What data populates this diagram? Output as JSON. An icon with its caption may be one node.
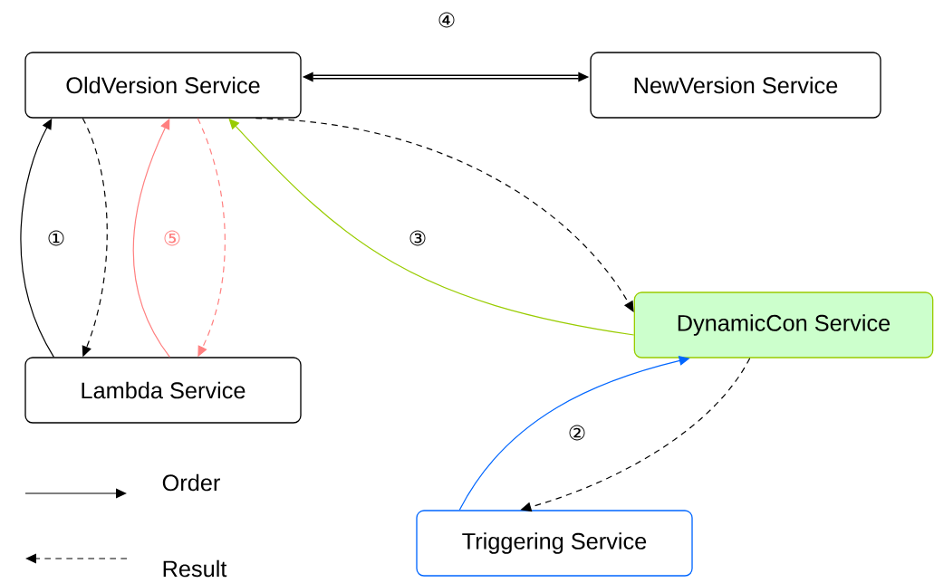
{
  "diagram": {
    "nodes": [
      {
        "text": [
          "OldVersion Service"
        ]
      },
      {
        "text": [
          "NewVersion Service"
        ]
      },
      {
        "text": [
          "DynamicCon Service"
        ]
      },
      {
        "text": [
          "Lambda Service"
        ]
      },
      {
        "text": [
          "Triggering Service"
        ]
      }
    ],
    "edges": [
      {
        "from": 3,
        "to": 0,
        "arrow": "to"
      },
      {
        "from": 0,
        "to": 3,
        "arrow": "to",
        "style": "dashed"
      },
      {
        "from": 3,
        "to": 0,
        "arrow": "to",
        "color": "#ff8080"
      },
      {
        "from": 0,
        "to": 3,
        "arrow": "to",
        "style": "dashed",
        "color": "#ff8080"
      },
      {
        "from": 2,
        "to": 0,
        "arrow": "to",
        "color": "#99cc00"
      },
      {
        "from": 0,
        "to": 2,
        "arrow": "to",
        "style": "dashed"
      },
      {
        "from": 4,
        "to": 2,
        "arrow": "to",
        "color": "#0066ff"
      },
      {
        "from": 2,
        "to": 4,
        "arrow": "to",
        "style": "dashed"
      },
      {
        "from": 0,
        "to": 1,
        "arrow": "both",
        "style": "thick"
      }
    ],
    "labels": [
      "④",
      "①",
      "⑤",
      "③",
      "②"
    ],
    "legend": [
      {
        "text": "Order"
      },
      {
        "text": "Result"
      }
    ]
  }
}
